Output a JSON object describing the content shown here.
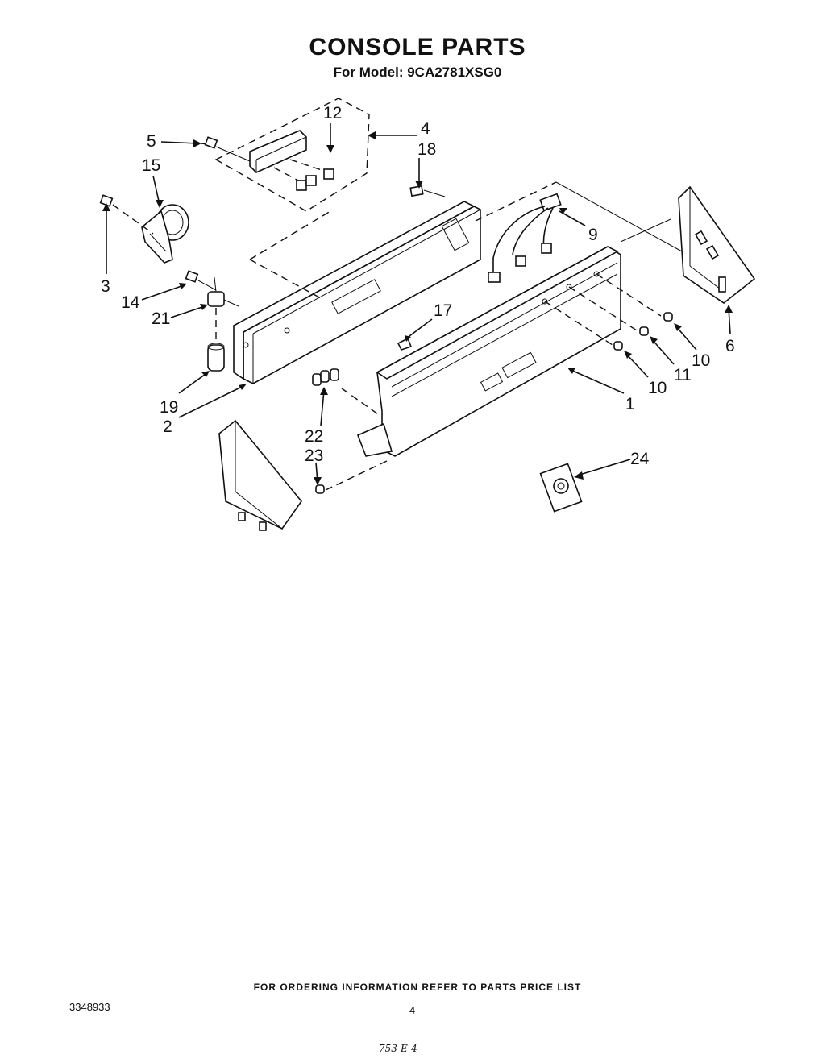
{
  "header": {
    "title": "CONSOLE PARTS",
    "subtitle": "For Model: 9CA2781XSG0"
  },
  "callouts": {
    "c1": "1",
    "c2": "2",
    "c3": "3",
    "c4": "4",
    "c5": "5",
    "c6": "6",
    "c9": "9",
    "c10a": "10",
    "c10b": "10",
    "c11": "11",
    "c12": "12",
    "c14": "14",
    "c15": "15",
    "c17": "17",
    "c18": "18",
    "c19": "19",
    "c21": "21",
    "c22": "22",
    "c23": "23",
    "c24": "24"
  },
  "footer": {
    "note": "FOR ORDERING INFORMATION REFER TO PARTS PRICE LIST",
    "doc_number": "3348933",
    "page_number": "4",
    "handwritten": "753-E-4"
  }
}
